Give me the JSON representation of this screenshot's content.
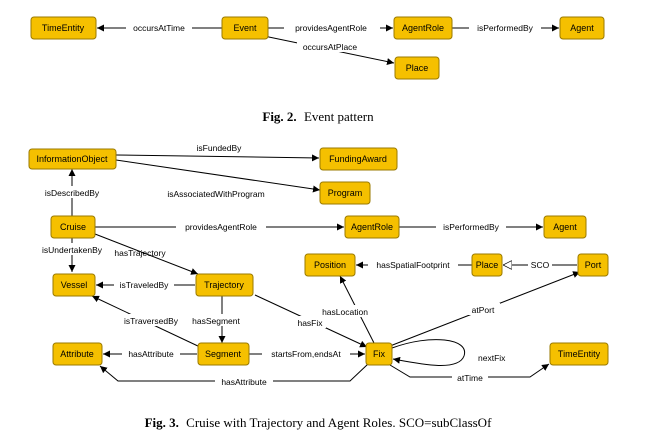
{
  "figure2": {
    "nodes": {
      "time_entity": "TimeEntity",
      "event": "Event",
      "agent_role": "AgentRole",
      "agent": "Agent",
      "place": "Place"
    },
    "edges": {
      "occurs_at_time": "occursAtTime",
      "provides_agent_role": "providesAgentRole",
      "is_performed_by": "isPerformedBy",
      "occurs_at_place": "occursAtPlace"
    },
    "caption_label": "Fig. 2.",
    "caption_text": "Event pattern"
  },
  "figure3": {
    "nodes": {
      "information_object": "InformationObject",
      "funding_award": "FundingAward",
      "program": "Program",
      "cruise": "Cruise",
      "agent_role": "AgentRole",
      "agent": "Agent",
      "vessel": "Vessel",
      "trajectory": "Trajectory",
      "position": "Position",
      "place": "Place",
      "port": "Port",
      "attribute": "Attribute",
      "segment": "Segment",
      "fix": "Fix",
      "time_entity": "TimeEntity"
    },
    "edges": {
      "is_funded_by": "isFundedBy",
      "is_associated_with_program": "isAssociatedWithProgram",
      "is_described_by": "isDescribedBy",
      "provides_agent_role": "providesAgentRole",
      "is_performed_by": "isPerformedBy",
      "is_undertaken_by": "isUndertakenBy",
      "has_trajectory": "hasTrajectory",
      "has_spatial_footprint": "hasSpatialFootprint",
      "sco": "SCO",
      "is_traveled_by": "isTraveledBy",
      "has_location": "hasLocation",
      "has_fix": "hasFix",
      "at_port": "atPort",
      "is_traversed_by": "isTraversedBy",
      "has_segment": "hasSegment",
      "has_attribute_segment": "hasAttribute",
      "starts_from_ends_at": "startsFrom,endsAt",
      "next_fix": "nextFix",
      "at_time": "atTime",
      "has_attribute_fix": "hasAttribute"
    },
    "caption_label": "Fig. 3.",
    "caption_text": "Cruise with Trajectory and Agent Roles. SCO=subClassOf"
  }
}
